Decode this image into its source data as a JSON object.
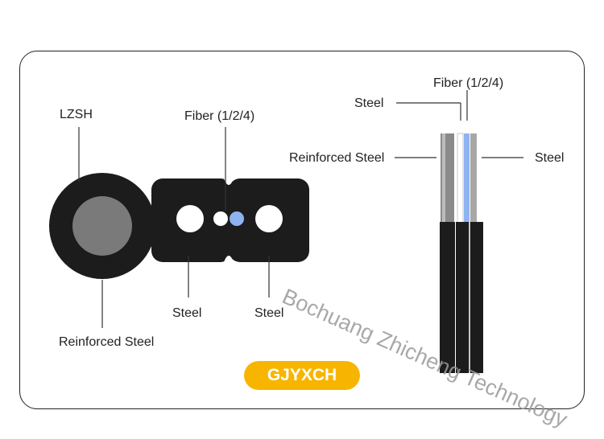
{
  "left_diagram": {
    "label_lzsh": "LZSH",
    "label_fiber": "Fiber (1/2/4)",
    "label_steel_left": "Steel",
    "label_steel_right": "Steel",
    "label_reinforced": "Reinforced Steel"
  },
  "right_diagram": {
    "label_fiber": "Fiber (1/2/4)",
    "label_steel_top": "Steel",
    "label_reinforced": "Reinforced Steel",
    "label_steel_right": "Steel"
  },
  "badge": {
    "text": "GJYXCH",
    "color": "#f7b500"
  },
  "watermark": "Bochuang Zhicheng Technology",
  "colors": {
    "cable_black": "#1c1c1c",
    "core_grey": "#7a7a7a",
    "fiber_blue": "#8fb3f0"
  }
}
